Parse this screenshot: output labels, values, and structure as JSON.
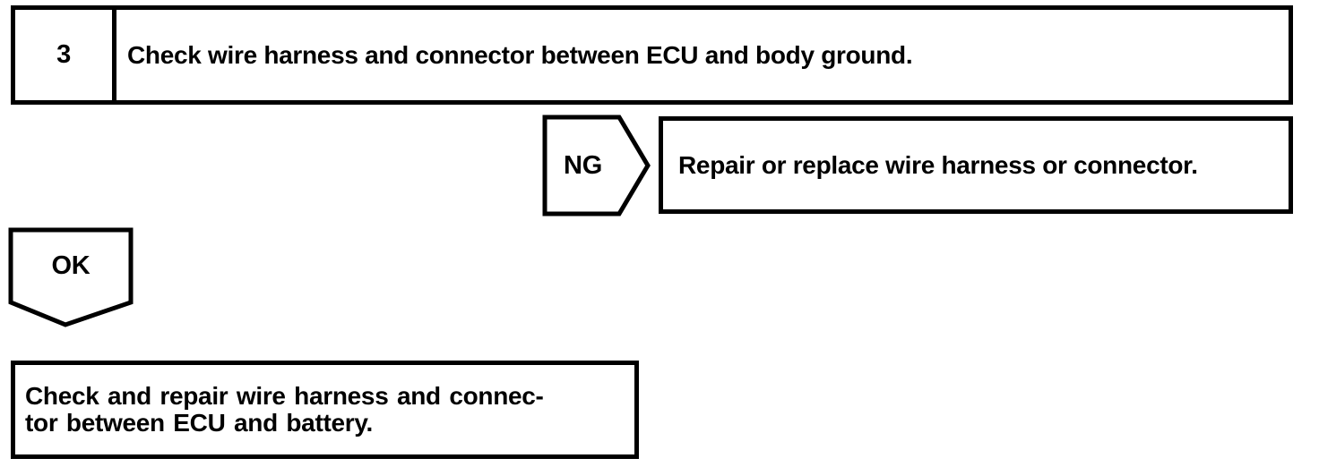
{
  "page": {
    "background_color": "#ffffff",
    "line_color": "#000000"
  },
  "flowchart": {
    "step": {
      "number": "3",
      "instruction": "Check wire harness and connector between ECU and body ground."
    },
    "ng_branch": {
      "label": "NG",
      "action": "Repair or replace wire harness or connector."
    },
    "ok_branch": {
      "label": "OK"
    },
    "next_action": {
      "lines": [
        "Check and repair wire harness and connec-",
        "tor between ECU and battery."
      ]
    }
  }
}
